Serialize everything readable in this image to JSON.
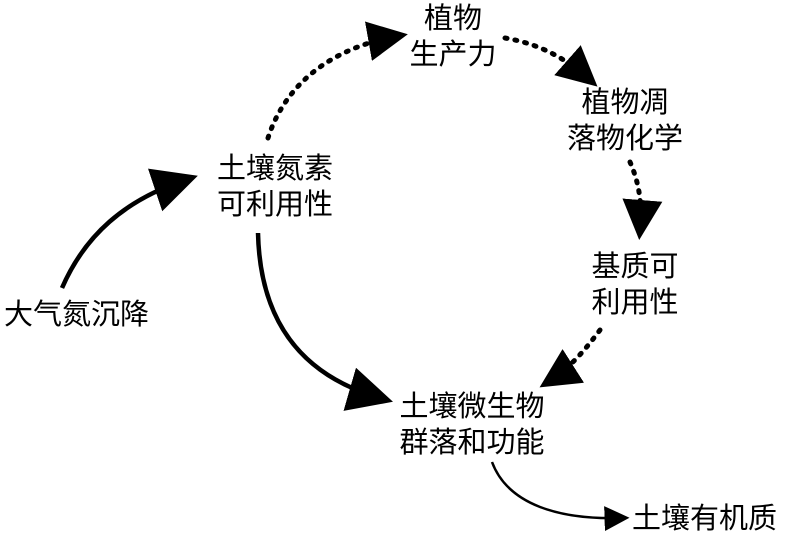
{
  "nodes": {
    "plant_productivity": {
      "line1": "植物",
      "line2": "生产力"
    },
    "litter_chemistry": {
      "line1": "植物凋",
      "line2": "落物化学"
    },
    "substrate": {
      "line1": "基质可",
      "line2": "利用性"
    },
    "microbial": {
      "line1": "土壤微生物",
      "line2": "群落和功能"
    },
    "soil_organic": {
      "line1": "土壤有机质"
    },
    "soil_n": {
      "line1": "土壤氮素",
      "line2": "可利用性"
    },
    "deposition": {
      "line1": "大气氮沉降"
    }
  },
  "colors": {
    "ink": "#000000",
    "background": "#ffffff"
  }
}
